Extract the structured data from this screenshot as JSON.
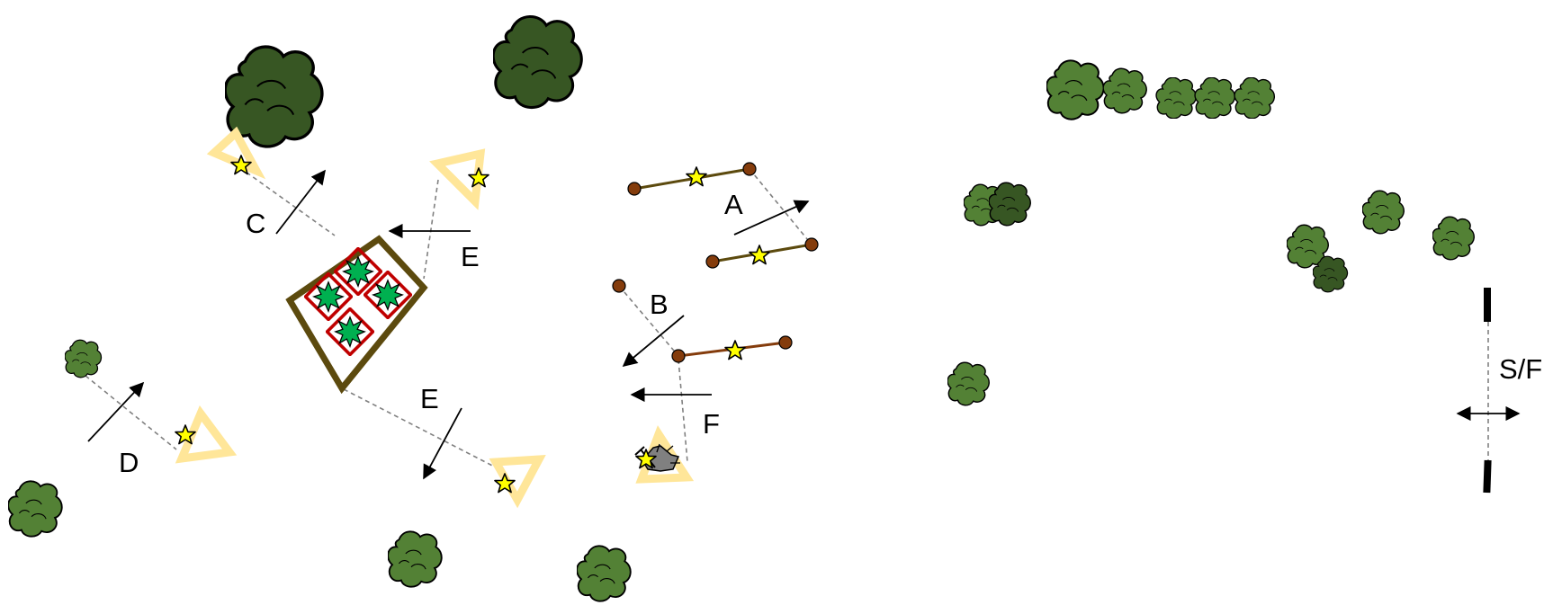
{
  "labels": {
    "a": "A",
    "b": "B",
    "c": "C",
    "d": "D",
    "e_top": "E",
    "e_bottom": "E",
    "f": "F",
    "sf": "S/F"
  },
  "colors": {
    "background": "#ffffff",
    "tree_light": "#538135",
    "tree_dark": "#375623",
    "enclosure": "#5c4a0e",
    "fence_red": "#c00000",
    "plant_green": "#00b050",
    "marker_triangle": "#ffe699",
    "star": "#ffff00",
    "pole_brown": "#843c0c",
    "rope_olive": "#5c4a0e",
    "rock_gray": "#808080",
    "connector_dash": "#808080"
  },
  "icons": {
    "tree": "tree-icon",
    "triangle_marker": "triangle-marker-icon",
    "star": "star-icon",
    "pole_line": "pole-line-icon",
    "enclosure": "enclosure-icon",
    "plant": "plant-icon",
    "gate_post": "gate-post-icon",
    "arrow": "arrow-icon",
    "rock": "rock-icon"
  }
}
